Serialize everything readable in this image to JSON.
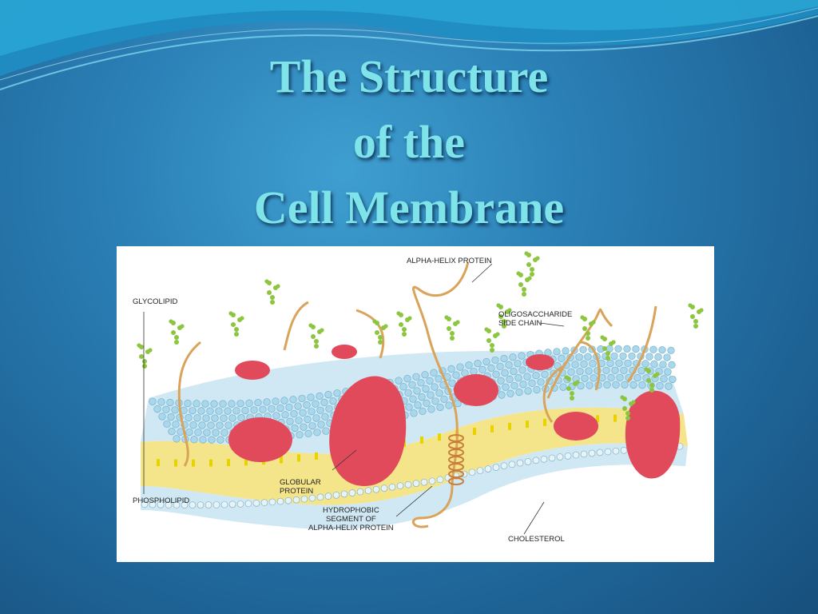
{
  "slide": {
    "title_lines": [
      "The Structure",
      "of the",
      "Cell Membrane"
    ]
  },
  "figure": {
    "labels": {
      "glycolipid": "GLYCOLIPID",
      "phospholipid": "PHOSPHOLIPID",
      "alpha_helix_protein": "ALPHA-HELIX PROTEIN",
      "oligo_line1": "OLIGOSACCHARIDE",
      "oligo_line2": "SIDE CHAIN",
      "globular_line1": "GLOBULAR",
      "globular_line2": "PROTEIN",
      "hydro_line1": "HYDROPHOBIC",
      "hydro_line2": "SEGMENT OF",
      "hydro_line3": "ALPHA-HELIX PROTEIN",
      "cholesterol": "CHOLESTEROL"
    }
  },
  "colors": {
    "title_text": "#7fe4ea",
    "background": "#2a7fb5",
    "protein": "#e04a5a",
    "phospholipid_head": "#a9d7ec",
    "cholesterol": "#e8d200",
    "oligosaccharide": "#8cc63f",
    "helix_strand": "#d9a35a"
  }
}
